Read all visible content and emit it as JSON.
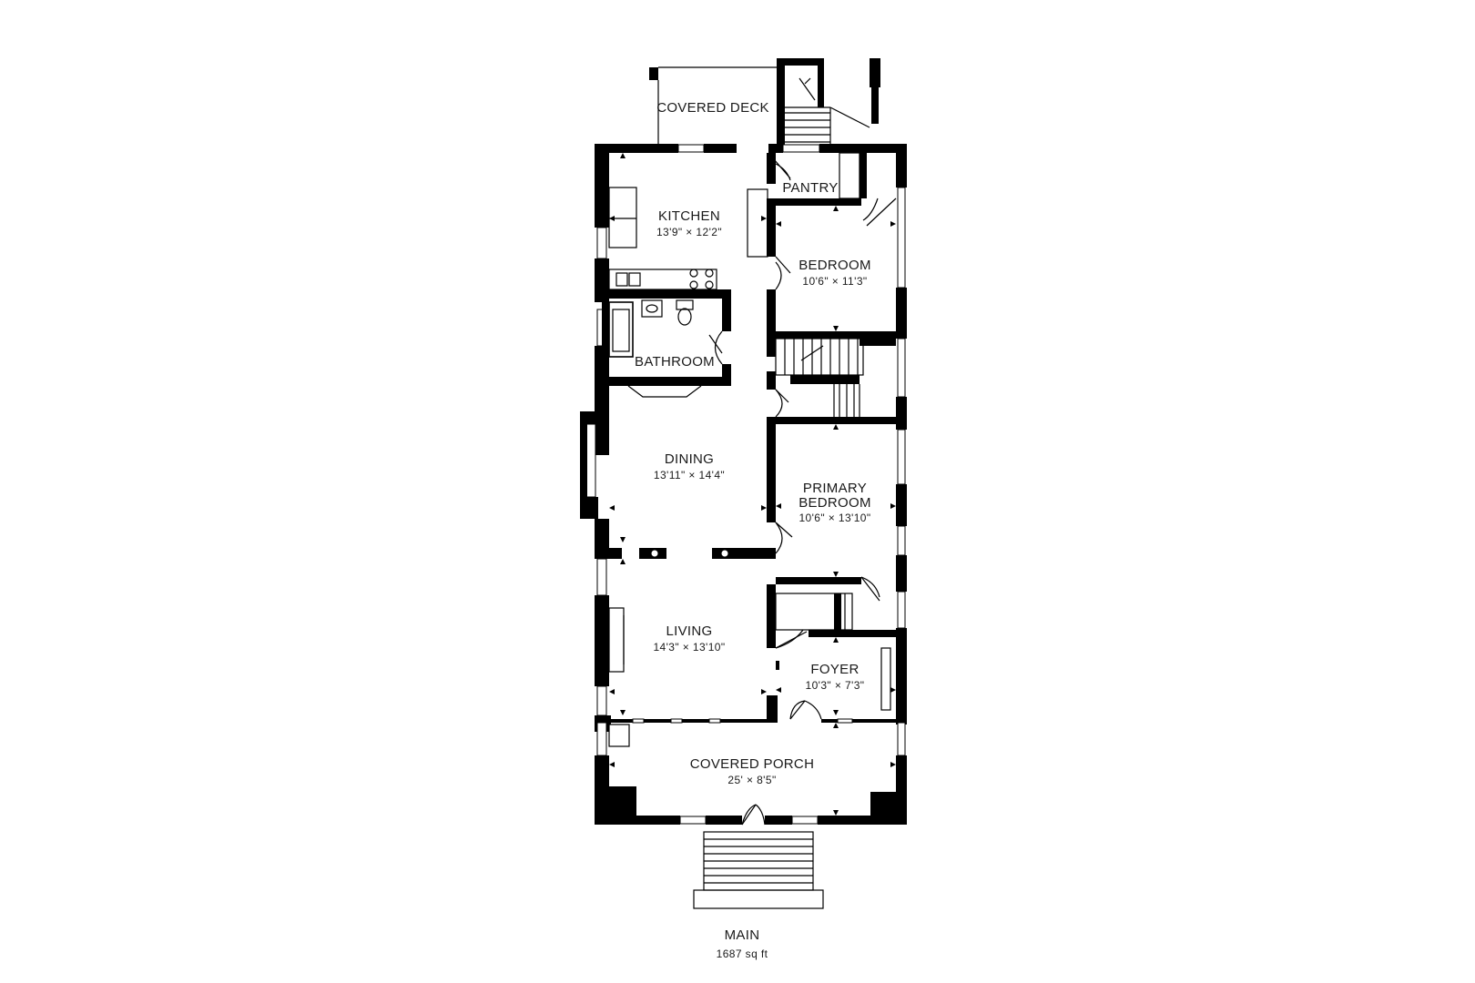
{
  "rooms": {
    "covered_deck": {
      "name": "COVERED DECK"
    },
    "pantry": {
      "name": "PANTRY"
    },
    "kitchen": {
      "name": "KITCHEN",
      "size": "13'9\" × 12'2\""
    },
    "bedroom": {
      "name": "BEDROOM",
      "size": "10'6\" × 11'3\""
    },
    "bathroom": {
      "name": "BATHROOM"
    },
    "dining": {
      "name": "DINING",
      "size": "13'11\" × 14'4\""
    },
    "primary_bedroom": {
      "name_line1": "PRIMARY",
      "name_line2": "BEDROOM",
      "size": "10'6\" × 13'10\""
    },
    "living": {
      "name": "LIVING",
      "size": "14'3\" × 13'10\""
    },
    "foyer": {
      "name": "FOYER",
      "size": "10'3\" × 7'3\""
    },
    "covered_porch": {
      "name": "COVERED PORCH",
      "size": "25' × 8'5\""
    }
  },
  "floor": {
    "name": "MAIN",
    "area": "1687 sq ft"
  }
}
